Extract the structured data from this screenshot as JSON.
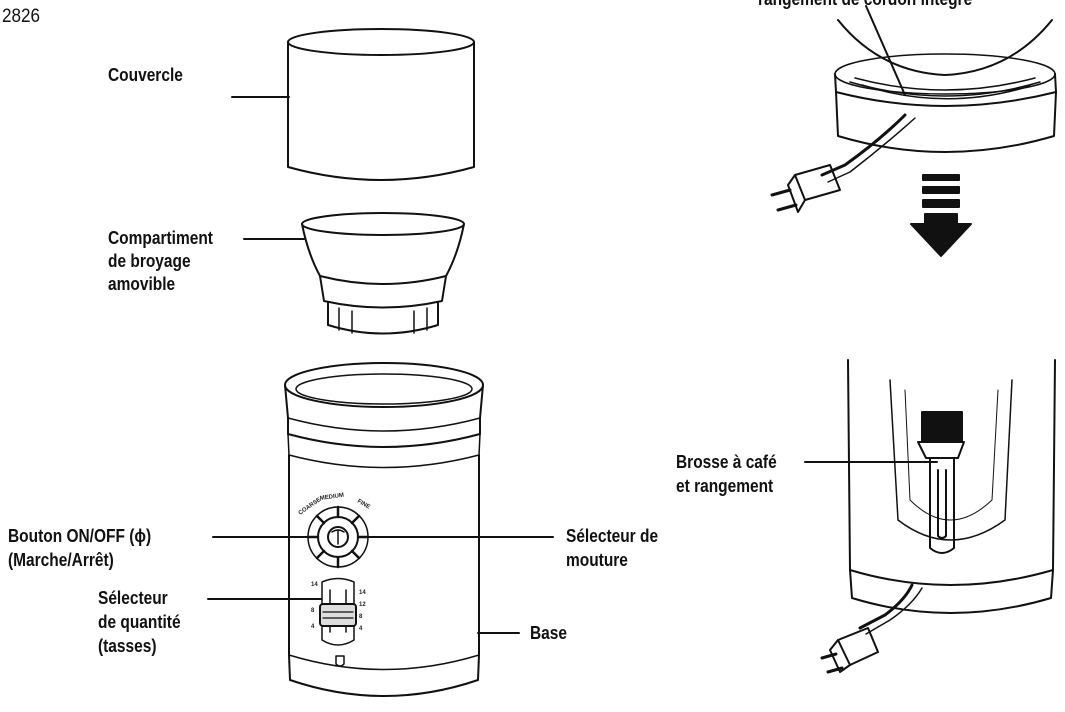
{
  "page_number": "2826",
  "labels": {
    "lid": "Couvercle",
    "chamber_line1": "Compartiment",
    "chamber_line2": "de broyage",
    "chamber_line3": "amovible",
    "onoff_line1": "Bouton ON/OFF (ɸ)",
    "onoff_line2": "(Marche/Arrêt)",
    "grind_selector_line1": "Sélecteur de",
    "grind_selector_line2": "mouture",
    "qty_line1": "Sélecteur",
    "qty_line2": "de quantité",
    "qty_line3": "(tasses)",
    "base": "Base",
    "cord_storage": "rangement de cordon intégré",
    "brush_line1": "Brosse à café",
    "brush_line2": "et rangement"
  },
  "dial_text": [
    "COARSE",
    "MEDIUM",
    "FINE"
  ],
  "cup_marks_left": [
    "14",
    "8",
    "4"
  ],
  "cup_marks_right": [
    "14",
    "12",
    "8",
    "4"
  ]
}
